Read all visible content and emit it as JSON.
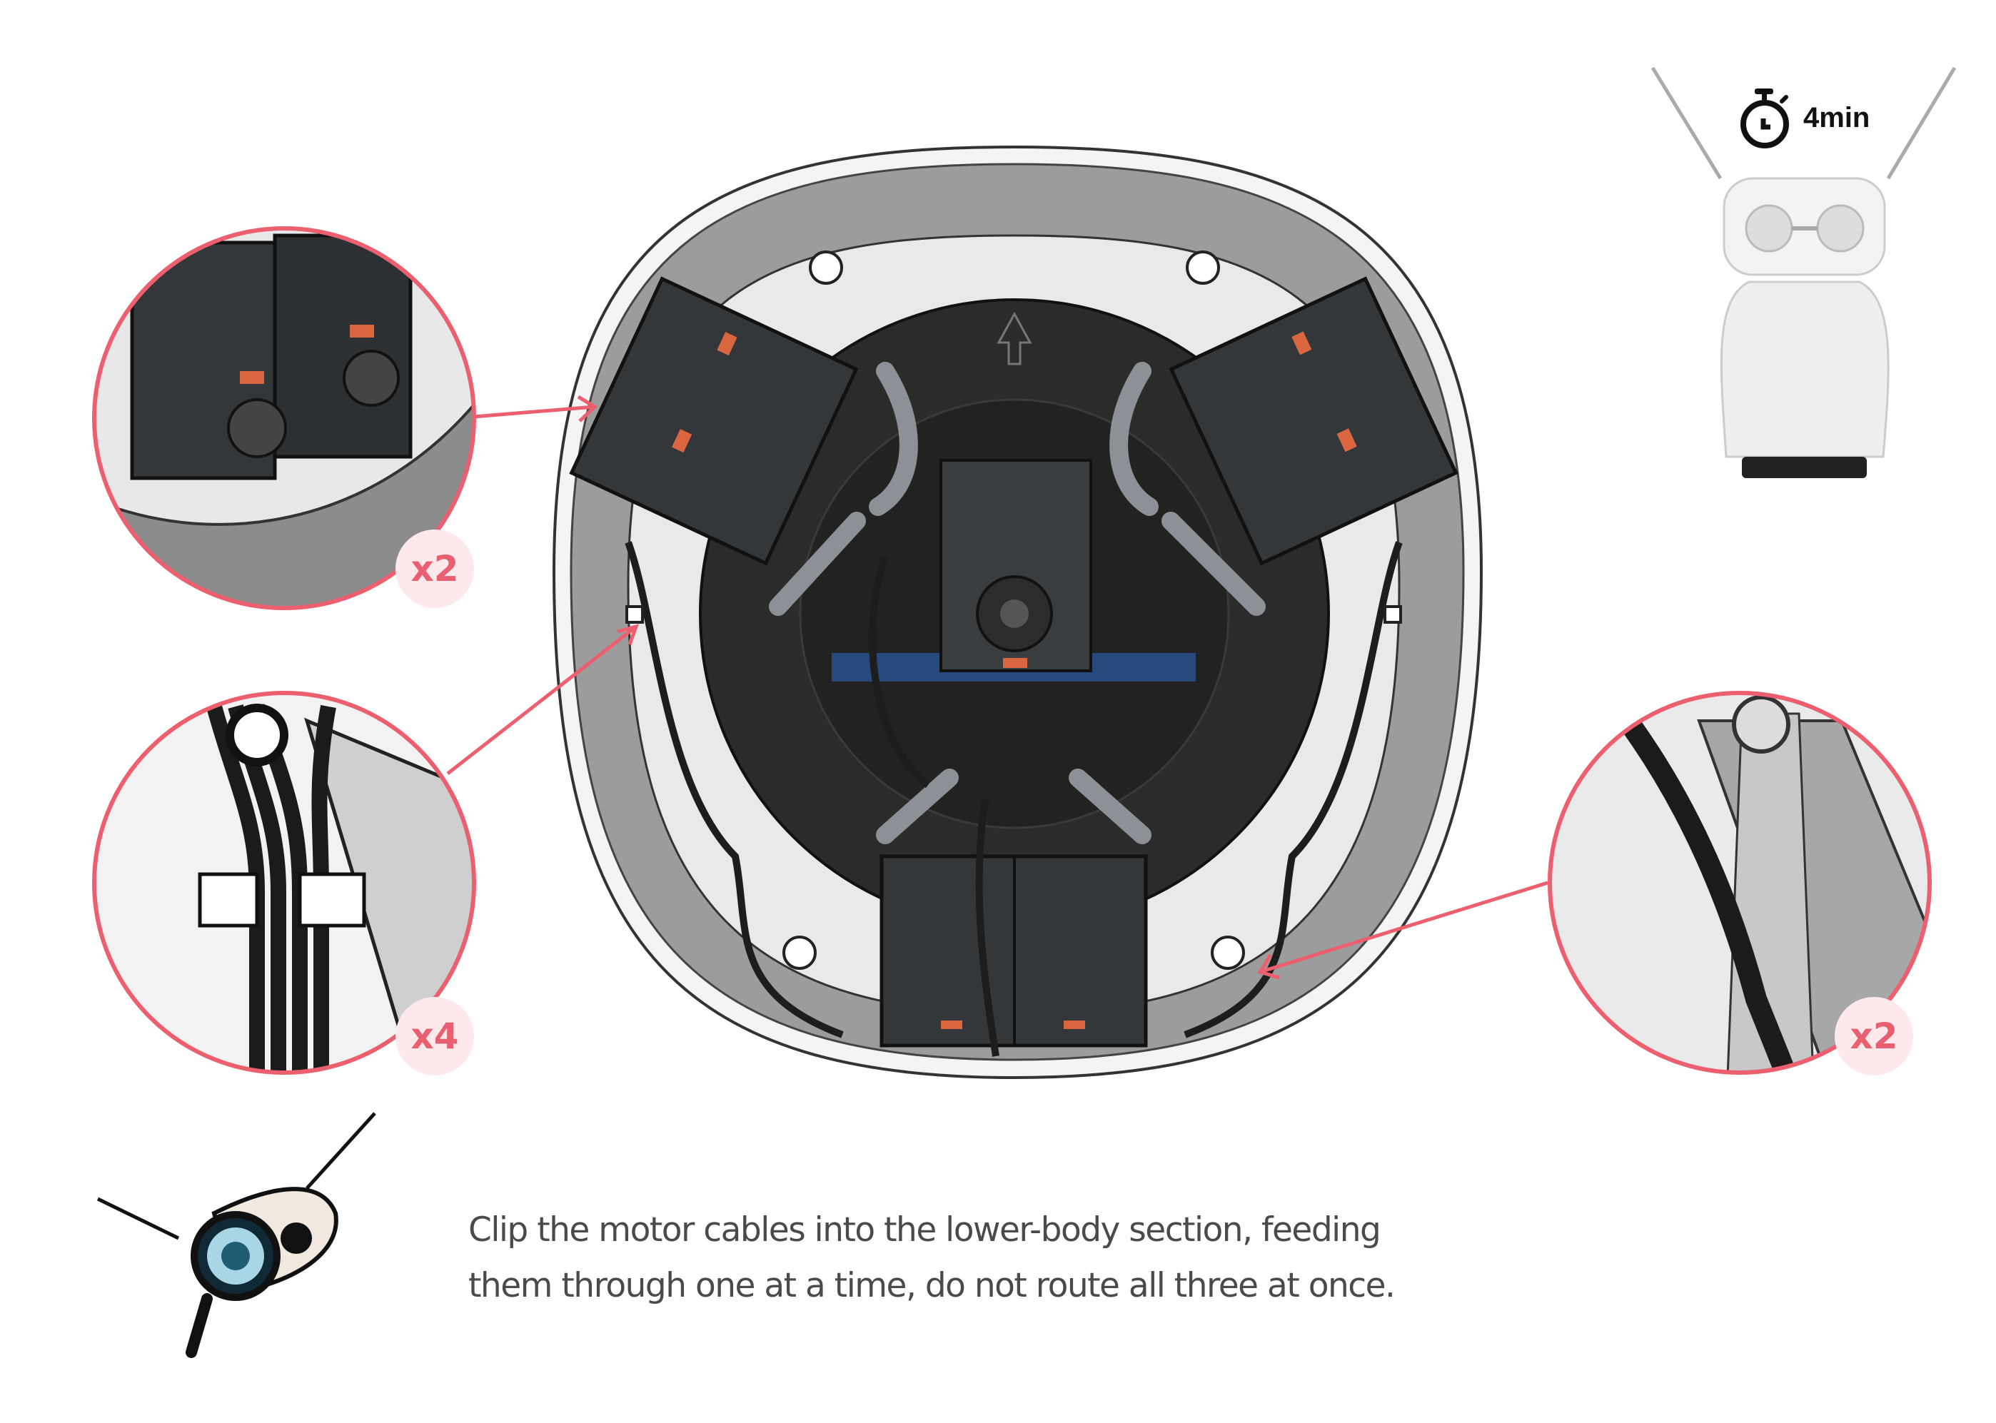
{
  "duration": {
    "icon": "stopwatch-icon",
    "label": "4min"
  },
  "callouts": [
    {
      "id": "servo-clips",
      "count": "x2"
    },
    {
      "id": "cable-clips",
      "count": "x4"
    },
    {
      "id": "cable-channel",
      "count": "x2"
    }
  ],
  "instruction": {
    "line1": "Clip the motor cables into the lower-body section, feeding",
    "line2": "them through one at a time, do not route all three at once."
  },
  "colors": {
    "accent": "#ec5f6f",
    "badge_bg": "#fde9ec",
    "text": "#4a4a4a"
  }
}
